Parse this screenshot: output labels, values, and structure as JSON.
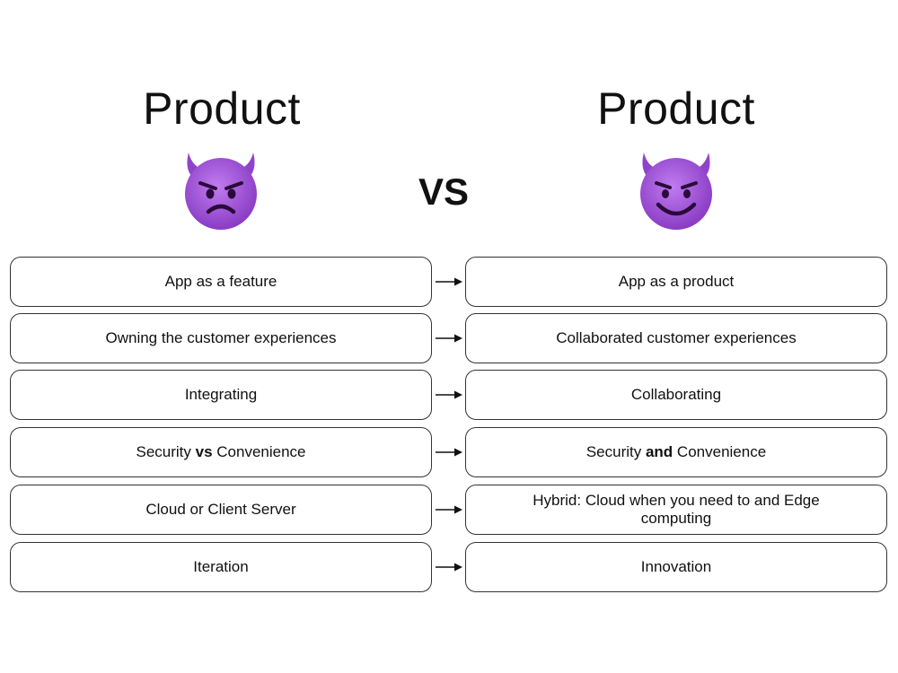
{
  "header": {
    "left_title": "Product",
    "right_title": "Product",
    "vs": "VS"
  },
  "icons": {
    "left": "angry-devil-face-icon",
    "right": "smiling-devil-face-icon"
  },
  "colors": {
    "devil_purple": "#9b4fd1",
    "border": "#333333"
  },
  "rows": [
    {
      "left": {
        "before": "App as a feature",
        "bold": "",
        "after": ""
      },
      "right": {
        "before": "App as a product",
        "bold": "",
        "after": ""
      }
    },
    {
      "left": {
        "before": "Owning the customer experiences",
        "bold": "",
        "after": ""
      },
      "right": {
        "before": "Collaborated customer experiences",
        "bold": "",
        "after": ""
      }
    },
    {
      "left": {
        "before": "Integrating",
        "bold": "",
        "after": ""
      },
      "right": {
        "before": "Collaborating",
        "bold": "",
        "after": ""
      }
    },
    {
      "left": {
        "before": "Security ",
        "bold": "vs",
        "after": " Convenience"
      },
      "right": {
        "before": "Security ",
        "bold": "and",
        "after": " Convenience"
      }
    },
    {
      "left": {
        "before": "Cloud or Client Server",
        "bold": "",
        "after": ""
      },
      "right": {
        "before": "Hybrid: Cloud when you need to and Edge computing",
        "bold": "",
        "after": ""
      }
    },
    {
      "left": {
        "before": "Iteration",
        "bold": "",
        "after": ""
      },
      "right": {
        "before": "Innovation",
        "bold": "",
        "after": ""
      }
    }
  ]
}
